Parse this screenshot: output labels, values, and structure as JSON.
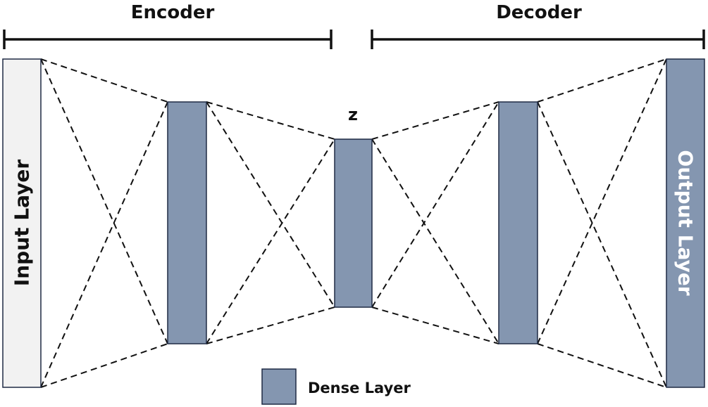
{
  "headings": {
    "encoder": "Encoder",
    "decoder": "Decoder"
  },
  "layers": {
    "input": "Input Layer",
    "latent": "z",
    "output": "Output Layer"
  },
  "legend": {
    "dense_label": "Dense Layer"
  },
  "colors": {
    "dense_fill": "#8496b0",
    "input_fill": "#f2f2f2",
    "output_fill": "#8496b0",
    "output_text": "#ffffff",
    "input_text": "#111111",
    "line": "#111111"
  }
}
